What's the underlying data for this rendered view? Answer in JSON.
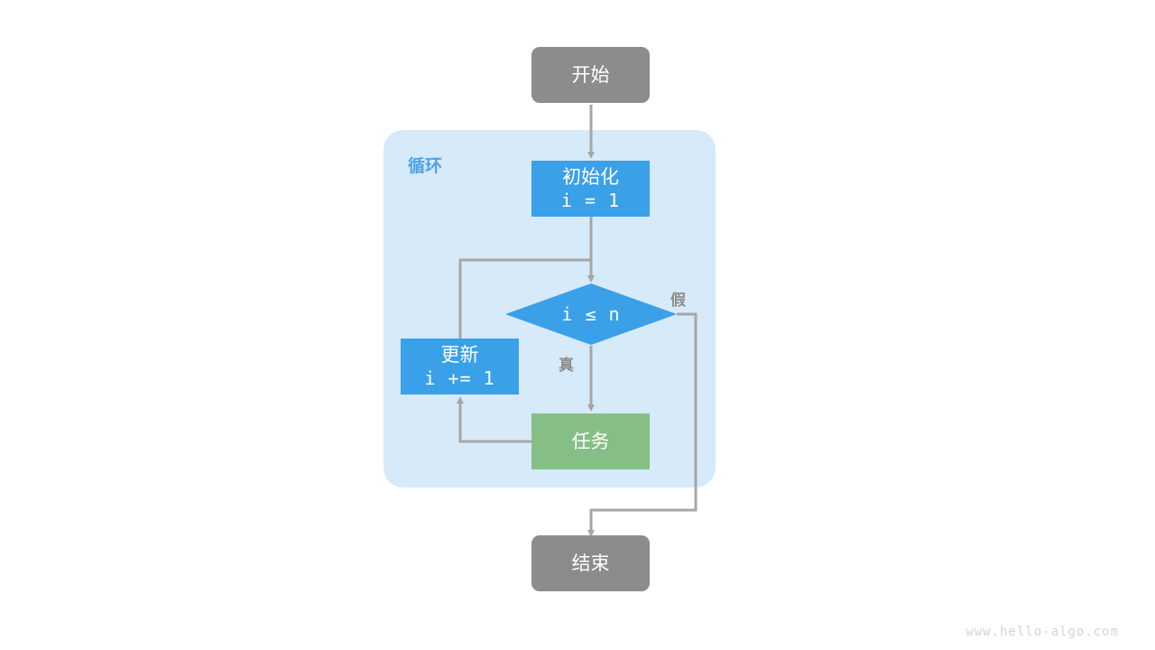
{
  "diagram": {
    "title_watermark": "www.hello-algo.com",
    "group": {
      "label": "循环",
      "color": "#d6eaf9",
      "label_color": "#4da3e8"
    },
    "colors": {
      "terminal": "#8c8c8c",
      "process": "#3aa0e8",
      "task": "#85bf85",
      "edge": "#a6a6a6",
      "text_on_shape": "#ffffff",
      "edge_label": "#8c8c8c",
      "watermark": "#d4d4d4"
    },
    "nodes": [
      {
        "id": "start",
        "label": "开始",
        "sub": "",
        "shape": "rounded-rect",
        "color": "#8c8c8c"
      },
      {
        "id": "init",
        "label": "初始化",
        "sub": "i = 1",
        "shape": "rect",
        "color": "#3aa0e8"
      },
      {
        "id": "cond",
        "label": "i ≤ n",
        "sub": "",
        "shape": "diamond",
        "color": "#3aa0e8"
      },
      {
        "id": "task",
        "label": "任务",
        "sub": "",
        "shape": "rect",
        "color": "#85bf85"
      },
      {
        "id": "update",
        "label": "更新",
        "sub": "i += 1",
        "shape": "rect",
        "color": "#3aa0e8"
      },
      {
        "id": "end",
        "label": "结束",
        "sub": "",
        "shape": "rounded-rect",
        "color": "#8c8c8c"
      }
    ],
    "edges": [
      {
        "from": "start",
        "to": "init",
        "label": ""
      },
      {
        "from": "init",
        "to": "cond",
        "label": ""
      },
      {
        "from": "cond",
        "to": "task",
        "label": "真"
      },
      {
        "from": "cond",
        "to": "end",
        "label": "假"
      },
      {
        "from": "task",
        "to": "update",
        "label": ""
      },
      {
        "from": "update",
        "to": "cond",
        "label": ""
      }
    ]
  }
}
